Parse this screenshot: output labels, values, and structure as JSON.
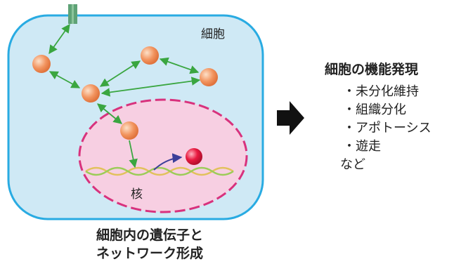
{
  "cell": {
    "label": "細胞"
  },
  "nucleus": {
    "label": "核"
  },
  "caption": {
    "line1": "細胞内の遺伝子と",
    "line2": "ネットワーク形成"
  },
  "functions": {
    "title": "細胞の機能発現",
    "items": [
      "・未分化維持",
      "・組織分化",
      "・アポトーシス",
      "・遊走"
    ],
    "other": "など"
  },
  "colors": {
    "cell_border": "#29abe2",
    "cell_fill": "#cfe9f5",
    "nucleus_border": "#d8327d",
    "nucleus_fill": "#f7cfe2",
    "molecule": "#f2945f",
    "arrow": "#3aa640",
    "receptor": "#5ea276",
    "product": "#e8193f",
    "transcription_arrow": "#3b3f99",
    "big_arrow": "#111111"
  }
}
